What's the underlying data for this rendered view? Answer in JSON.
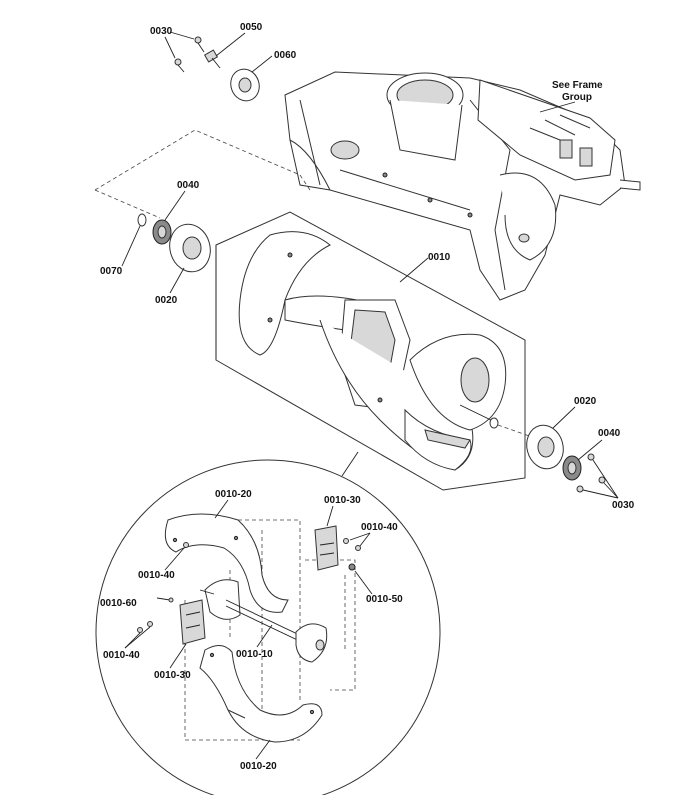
{
  "labels": {
    "l0030_top": "0030",
    "l0050": "0050",
    "l0060": "0060",
    "see_frame": "See Frame",
    "group": "Group",
    "l0040_left": "0040",
    "l0070": "0070",
    "l0020_left": "0020",
    "l0010": "0010",
    "l0020_right": "0020",
    "l0040_right": "0040",
    "l0030_right": "0030",
    "l0010_20_top": "0010-20",
    "l0010_30_top": "0010-30",
    "l0010_40_right": "0010-40",
    "l0010_40_left": "0010-40",
    "l0010_50": "0010-50",
    "l0010_60": "0010-60",
    "l0010_40_bottom": "0010-40",
    "l0010_10": "0010-10",
    "l0010_30_bottom": "0010-30",
    "l0010_20_bottom": "0010-20"
  }
}
